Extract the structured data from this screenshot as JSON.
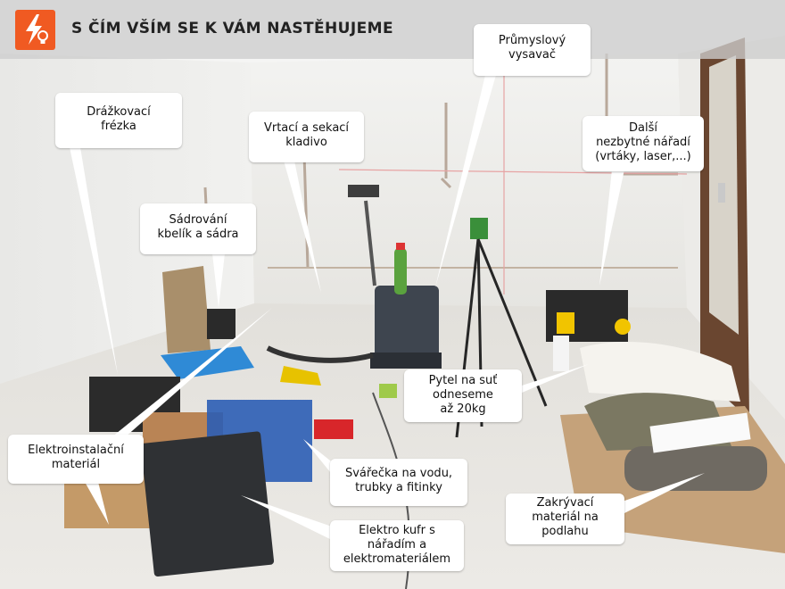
{
  "header": {
    "title": "S ČÍM VŠÍM SE K VÁM NASTĚHUJEME",
    "logo_color": "#f05a22",
    "logo_icon": "lightning-bulb-icon"
  },
  "callouts": {
    "drazkovaci": [
      "Drážkovací",
      "frézka"
    ],
    "vrtaci": [
      "Vrtací a sekací",
      "kladivo"
    ],
    "vysavac": [
      "Průmyslový",
      "vysavač"
    ],
    "dalsi": [
      "Další",
      "nezbytné nářadí",
      "(vrtáky, laser,...)"
    ],
    "sadrovani": [
      "Sádrování",
      "kbelík a sádra"
    ],
    "pytel": [
      "Pytel na suť",
      "odneseme",
      "až 20kg"
    ],
    "elektroinstalacni": [
      "Elektroinstalační",
      "materiál"
    ],
    "svarecka": [
      "Svářečka na vodu,",
      "trubky a fitinky"
    ],
    "zakryvaci": [
      "Zakrývací",
      "materiál na",
      "podlahu"
    ],
    "elektro_kufr": [
      "Elektro kufr s",
      "nářadím a",
      "elektromateriálem"
    ]
  }
}
